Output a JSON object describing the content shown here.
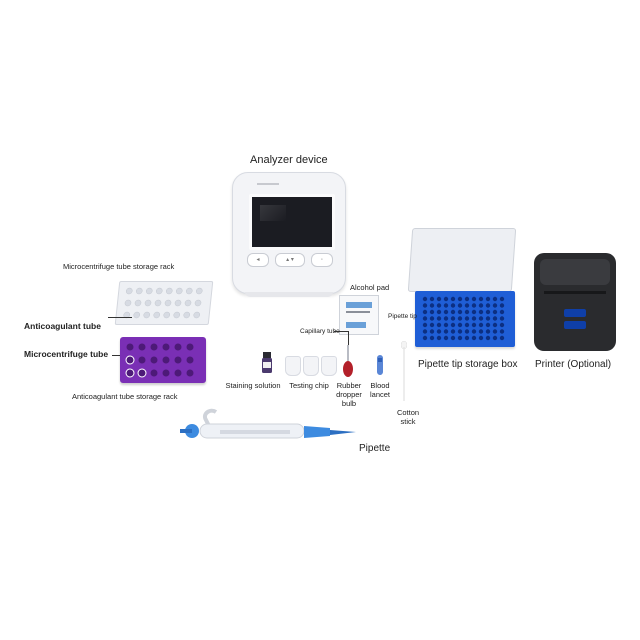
{
  "labels": {
    "analyzer_device": "Analyzer device",
    "micro_rack": "Microcentrifuge tube storage rack",
    "anticoagulant_tube": "Anticoagulant tube",
    "micro_tube": "Microcentrifuge tube",
    "anticoag_rack": "Anticoagulant tube storage rack",
    "alcohol_pad": "Alcohol pad",
    "capillary_tube": "Capillary tube",
    "pipette_tip": "Pipette tip",
    "staining_solution": "Staining solution",
    "testing_chip": "Testing chip",
    "rubber_bulb": "Rubber dropper bulb",
    "blood_lancet": "Blood lancet",
    "cotton_stick": "Cotton stick",
    "tip_box": "Pipette tip storage box",
    "printer": "Printer (Optional)",
    "pipette": "Pipette"
  },
  "colors": {
    "purple_rack": "#7a2fb5",
    "tip_box_blue": "#1f5ed6",
    "printer_body": "#2a2b2e",
    "pipette_blue": "#3d8be0"
  }
}
